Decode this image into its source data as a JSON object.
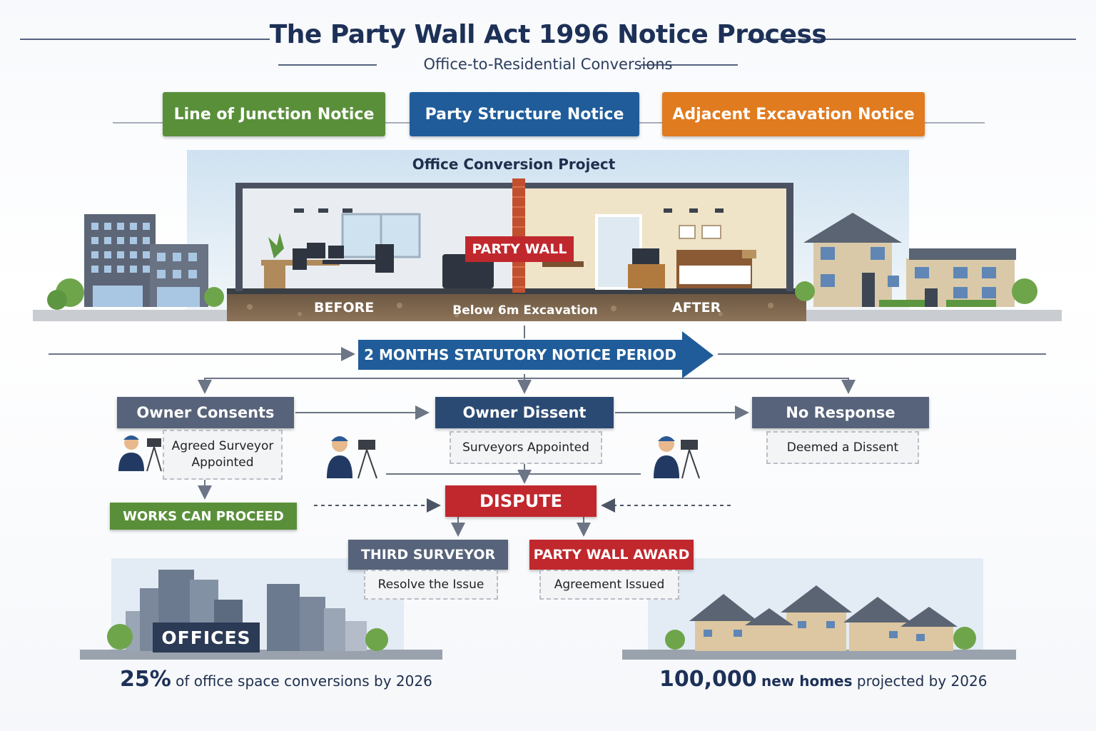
{
  "header": {
    "title": "The Party Wall Act 1996 Notice Process",
    "subtitle": "Office-to-Residential Conversions"
  },
  "notice_types": [
    {
      "label": "Line of Junction Notice",
      "color": "#5a8f3a"
    },
    {
      "label": "Party Structure Notice",
      "color": "#1f5c99"
    },
    {
      "label": "Adjacent Excavation Notice",
      "color": "#e07b1f"
    }
  ],
  "project": {
    "heading": "Office Conversion Project",
    "party_wall_label": "PARTY WALL",
    "before_label": "BEFORE",
    "after_label": "AFTER",
    "excavation_label": "Below 6m Excavation"
  },
  "notice_period": {
    "label": "2 MONTHS STATUTORY NOTICE PERIOD",
    "color": "#1f5c99"
  },
  "responses": [
    {
      "label": "Owner Consents",
      "note": "Agreed Surveyor Appointed",
      "color": "#56637a"
    },
    {
      "label": "Owner Dissent",
      "note": "Surveyors Appointed",
      "color": "#2b4a73"
    },
    {
      "label": "No Response",
      "note": "Deemed a Dissent",
      "color": "#56637a"
    }
  ],
  "outcomes": {
    "proceed": {
      "label": "WORKS CAN PROCEED",
      "color": "#5a8f3a"
    },
    "dispute": {
      "label": "DISPUTE",
      "color": "#c0282d"
    },
    "third_surveyor": {
      "label": "THIRD SURVEYOR",
      "note": "Resolve the Issue",
      "color": "#56637a"
    },
    "award": {
      "label": "PARTY WALL AWARD",
      "note": "Agreement Issued",
      "color": "#c0282d"
    }
  },
  "stats": {
    "offices_label": "OFFICES",
    "left_value": "25%",
    "left_text": "of office space conversions by 2026",
    "right_value": "100,000",
    "right_bold": "new homes",
    "right_text": "projected by 2026"
  }
}
